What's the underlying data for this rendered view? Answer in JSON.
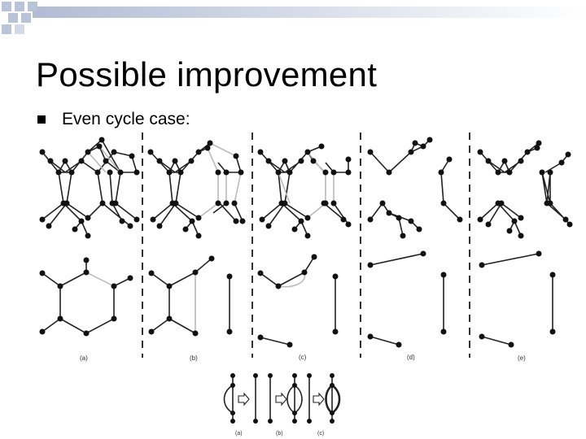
{
  "slide": {
    "title": "Possible improvement",
    "bullet": "Even cycle case:"
  },
  "figure": {
    "panel_labels": [
      "(a)",
      "(b)",
      "(c)",
      "(d)",
      "(e)"
    ],
    "inset_labels": [
      "(a)",
      "(b)",
      "(c)"
    ]
  },
  "colors": {
    "corner_squares": "#b8c4d8",
    "banner_start": "#b0bcd3",
    "banner_end": "#ffffff",
    "edge": "#222222",
    "edge_light": "#bbbbbb",
    "node": "#111111"
  }
}
